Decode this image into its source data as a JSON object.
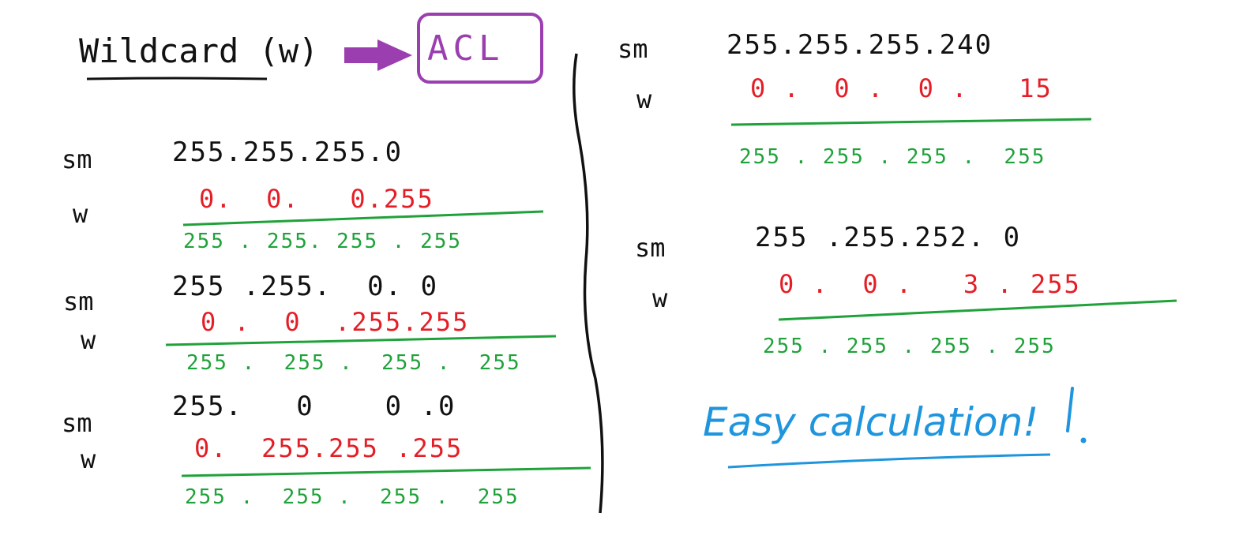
{
  "header": {
    "title": "Wildcard (w)",
    "target": "ACL"
  },
  "labels": {
    "sm": "sm",
    "w": "w"
  },
  "blocks": [
    {
      "sm": "255.255.255.0",
      "w": "0.  0.   0.255",
      "result": "255 . 255. 255 . 255"
    },
    {
      "sm": "255 .255.  0. 0",
      "w": "0 .  0  .255.255",
      "result": "255 .  255 .  255 .  255"
    },
    {
      "sm": "255.   0    0 .0",
      "w": "0.  255.255 .255",
      "result": "255 .  255 .  255 .  255"
    },
    {
      "sm": "255.255.255.240",
      "w": "0 .  0 .  0 .   15",
      "result": "255 . 255 . 255 .  255"
    },
    {
      "sm": "255 .255.252. 0",
      "w": "0 .  0 .   3 . 255",
      "result": "255 . 255 . 255 . 255"
    }
  ],
  "note": "Easy calculation!",
  "colors": {
    "ink": "#111111",
    "wildcard": "#e41e26",
    "result": "#1fa23a",
    "acl": "#9b3fb0",
    "note": "#1e95dd"
  }
}
